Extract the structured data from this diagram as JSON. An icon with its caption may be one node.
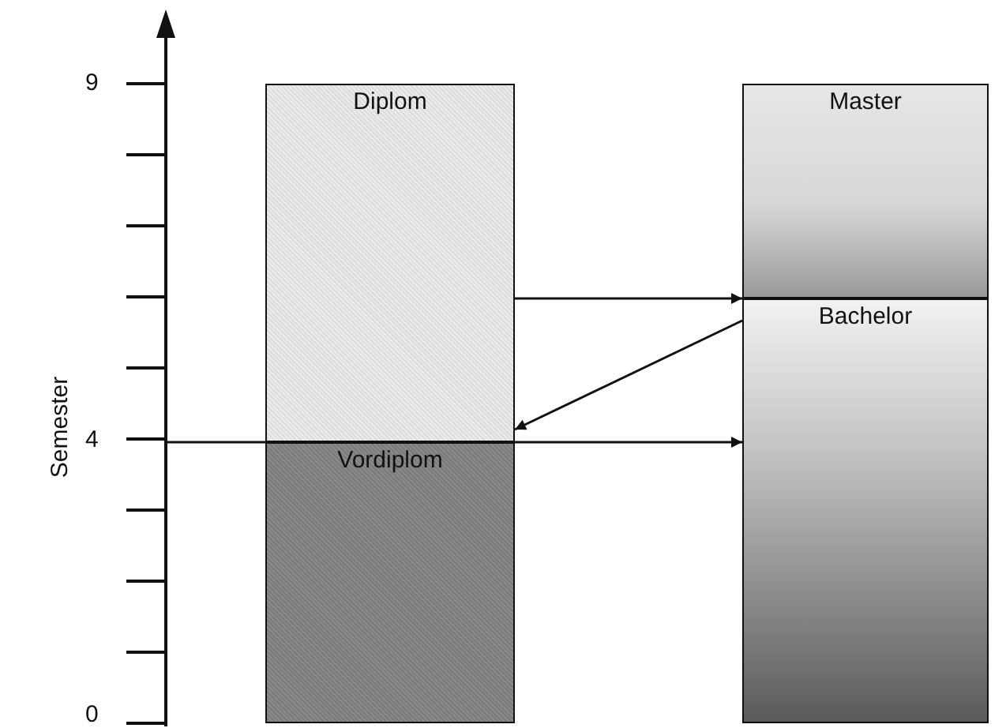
{
  "diagram": {
    "nodes": [
      {
        "text": [
          "Diplom"
        ]
      },
      {
        "text": [
          "Vordiplom"
        ]
      },
      {
        "text": [
          "Master"
        ]
      },
      {
        "text": [
          "Bachelor"
        ]
      }
    ],
    "edges": [
      {
        "from": 0,
        "to": 2,
        "arrow": "to"
      },
      {
        "from": 3,
        "to": 1,
        "arrow": "to"
      },
      {
        "from": 1,
        "to": 3,
        "arrow": "to"
      }
    ],
    "labels": [
      "9",
      "4",
      "0",
      "Semester"
    ]
  }
}
